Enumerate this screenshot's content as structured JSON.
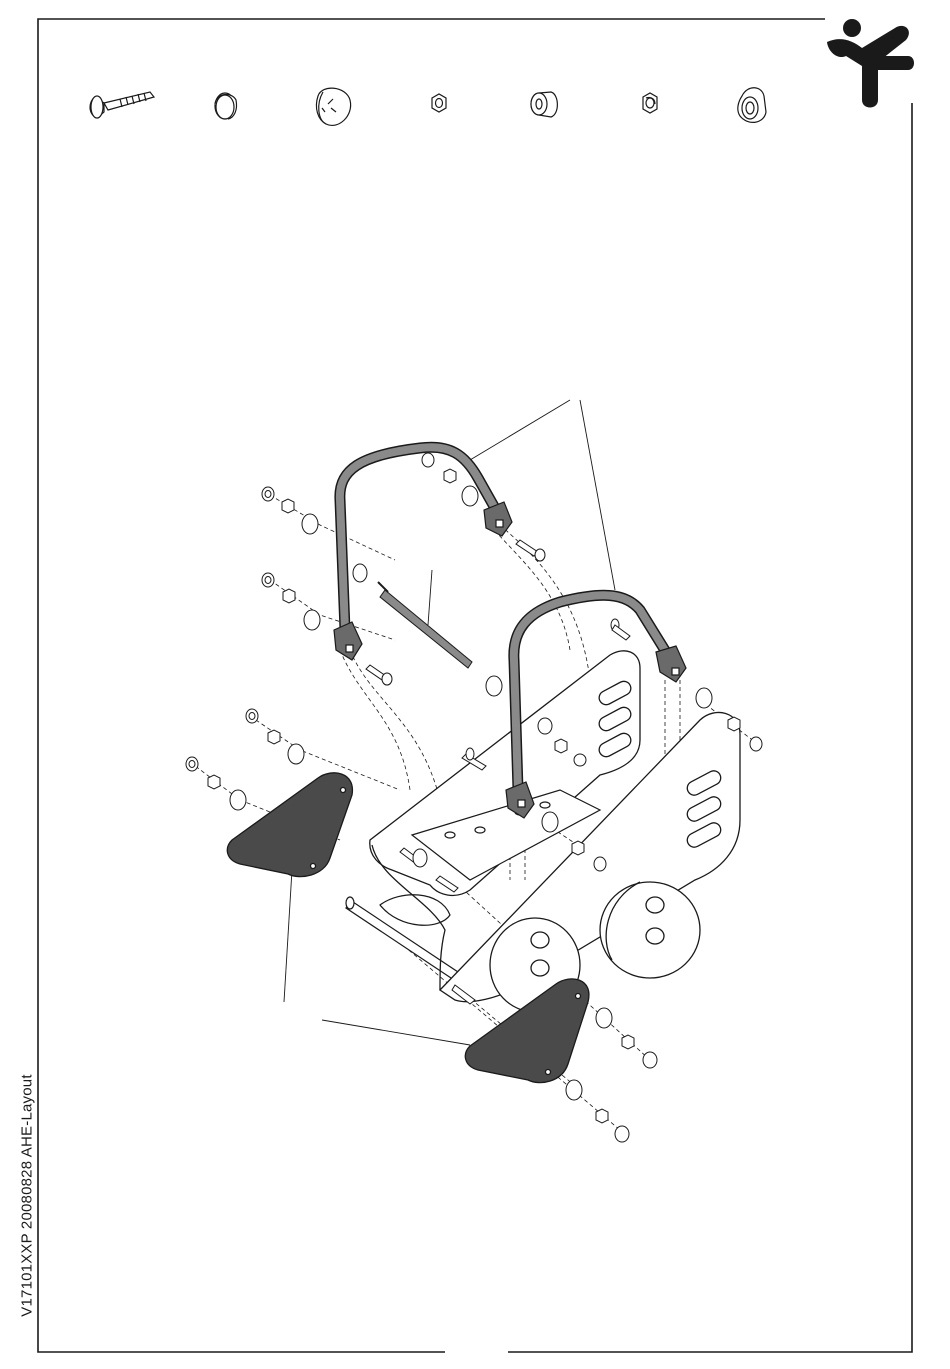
{
  "document": {
    "footer_code": "V17101XXP 20080828 AHE-Layout"
  },
  "hardware": {
    "items": [
      "carriage-bolt",
      "end-cap",
      "rounded-cap",
      "nut",
      "spacer",
      "lock-nut",
      "cone-cap"
    ]
  },
  "icons": {
    "logo": "jumping-figure-icon"
  },
  "colors": {
    "line": "#1a1a1a",
    "frame": "#8a8a8a",
    "panel": "#4a4a4a",
    "paper": "#ffffff"
  }
}
